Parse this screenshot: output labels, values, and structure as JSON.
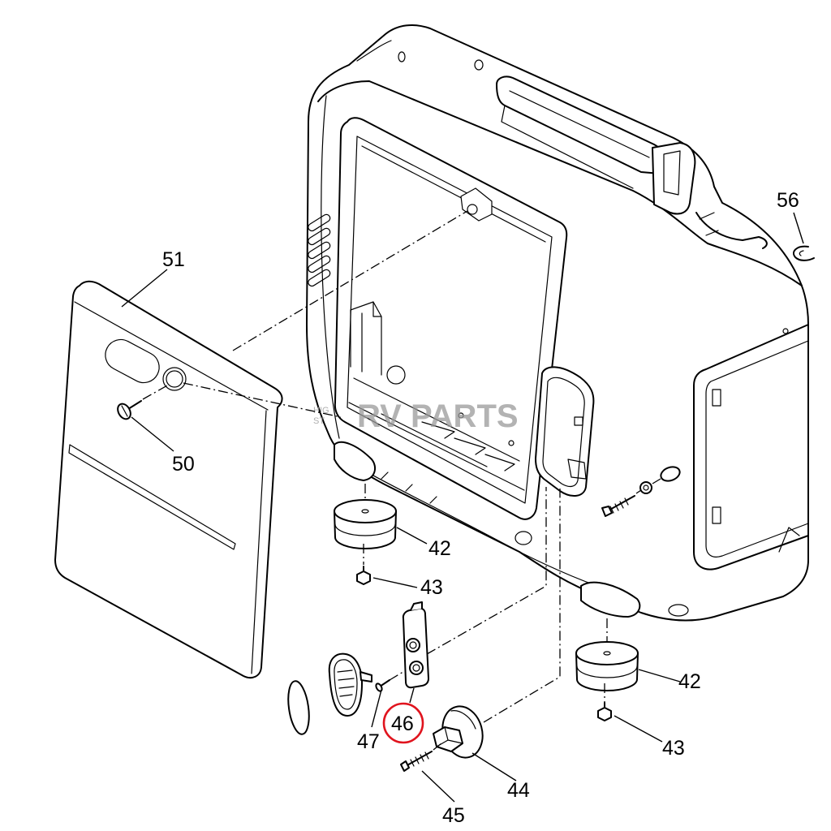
{
  "callouts": {
    "side_panel": "51",
    "panel_screw": "50",
    "foot_front": "42",
    "bolt_front": "43",
    "foot_rear": "42",
    "bolt_rear": "43",
    "clip": "56",
    "plate": "46",
    "plate_screw": "47",
    "knob": "44",
    "knob_screw": "45"
  },
  "watermark": {
    "main": "RV PARTS",
    "line1": "HIG",
    "line2": "ST"
  },
  "colors": {
    "line": "#000000",
    "highlight": "#e0141e",
    "watermark": "#9a9a9a"
  }
}
